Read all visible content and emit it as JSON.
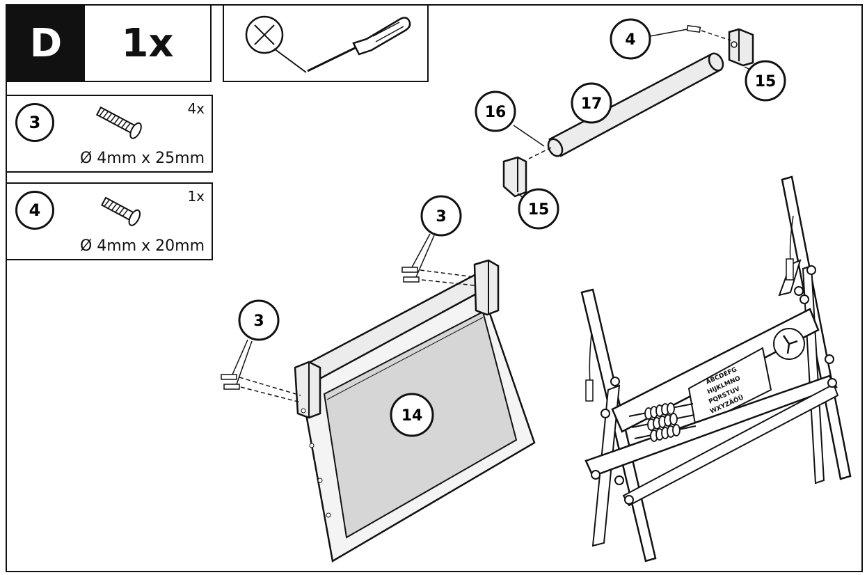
{
  "step": {
    "letter": "D",
    "quantity": "1x"
  },
  "hardware": [
    {
      "part": "3",
      "count": "4x",
      "size": "Ø 4mm x 25mm"
    },
    {
      "part": "4",
      "count": "1x",
      "size": "Ø 4mm x 20mm"
    }
  ],
  "callouts": {
    "c4": "4",
    "c15a": "15",
    "c17": "17",
    "c16": "16",
    "c15b": "15",
    "c3a": "3",
    "c3b": "3",
    "c14": "14"
  },
  "easel_letters": [
    "ABCDEFG",
    "HIJKLMNO",
    "PQRSTUV",
    "WXYZÄÖÜ"
  ],
  "colors": {
    "line": "#111111",
    "fill_light": "#ececec",
    "fill_board": "#d6d6d6"
  }
}
